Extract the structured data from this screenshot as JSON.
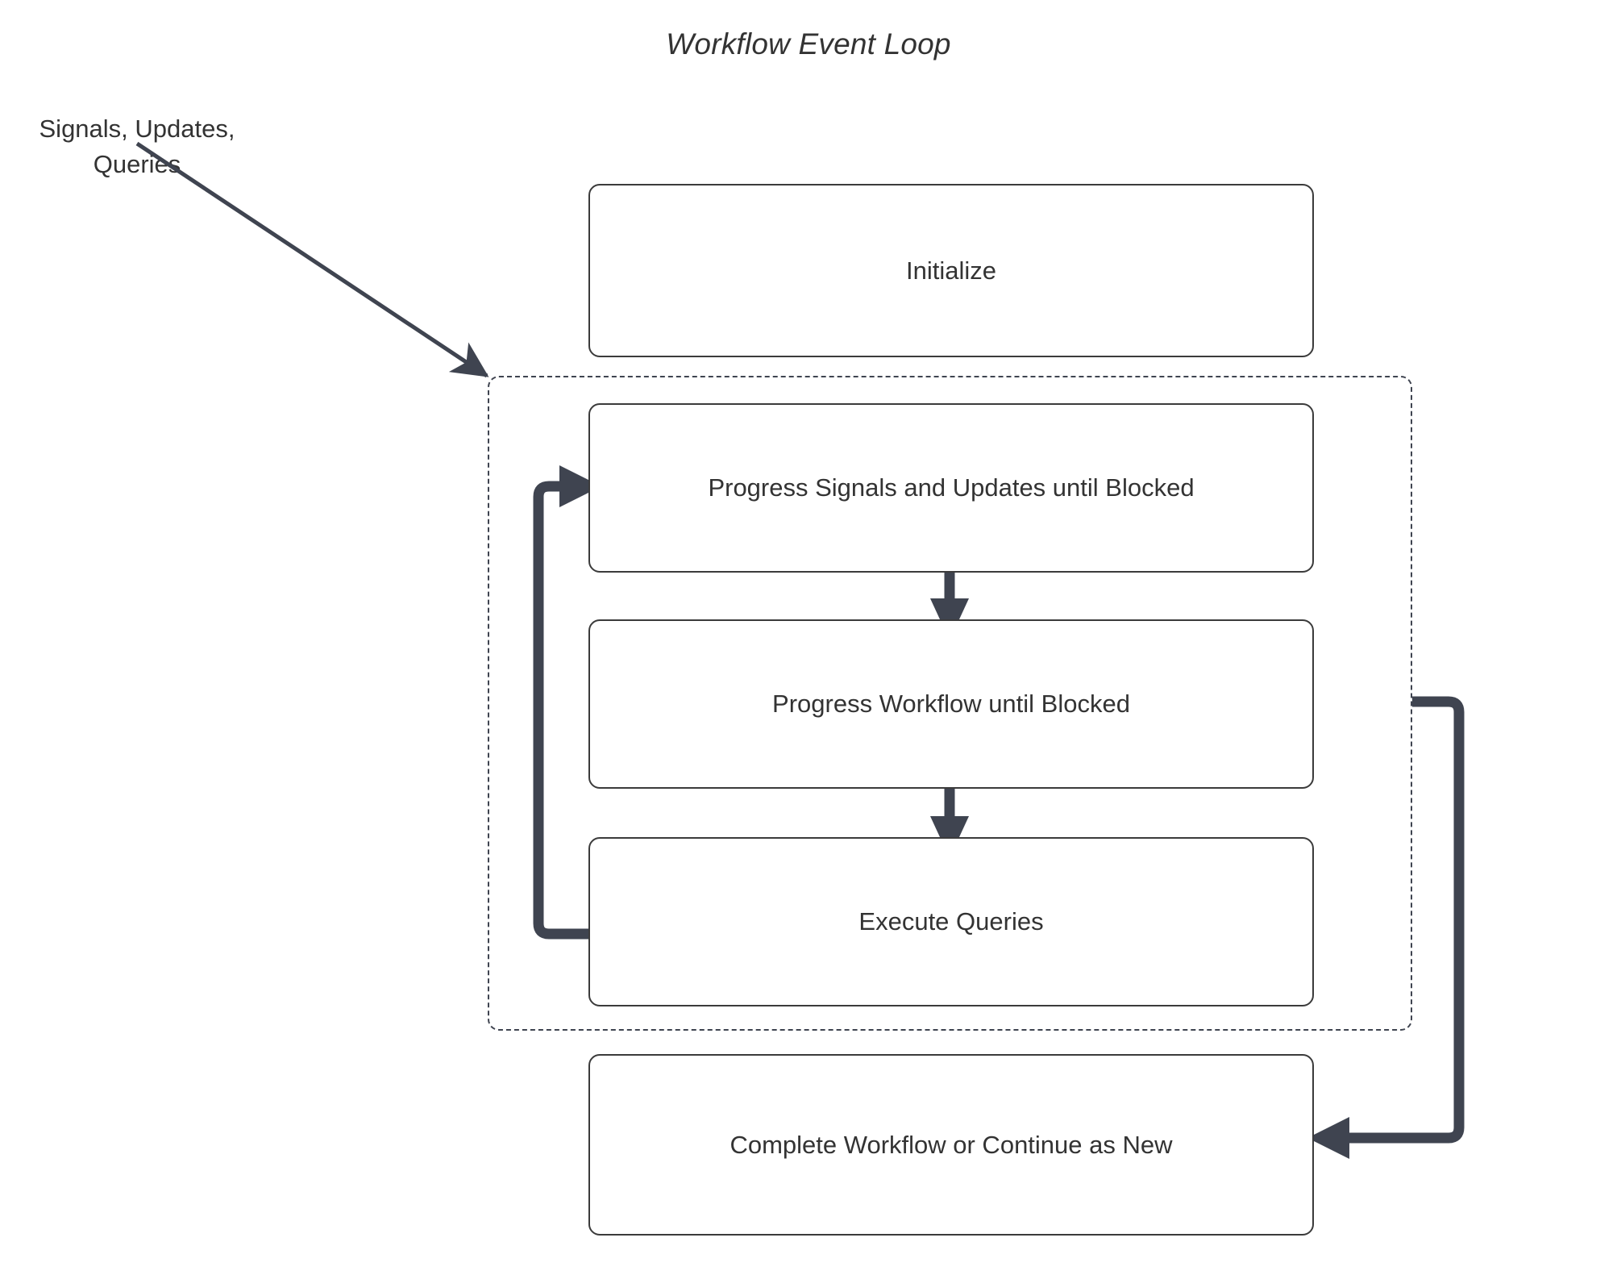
{
  "diagram": {
    "title": "Workflow Event Loop",
    "external_label": "Signals, Updates,\nQueries",
    "colors": {
      "background": "#ffffff",
      "node_border": "#3b3b3b",
      "node_fill": "#ffffff",
      "text": "#333333",
      "edge": "#3f4450",
      "container_border": "#3f4450"
    },
    "nodes": [
      {
        "id": "initialize",
        "label": "Initialize"
      },
      {
        "id": "progress-signals",
        "label": "Progress Signals and Updates until Blocked"
      },
      {
        "id": "progress-workflow",
        "label": "Progress Workflow until Blocked"
      },
      {
        "id": "execute-queries",
        "label": "Execute Queries"
      },
      {
        "id": "complete",
        "label": "Complete Workflow or Continue as New"
      }
    ],
    "container": {
      "id": "event-loop-container",
      "label": "",
      "style": "dashed"
    },
    "edges": [
      {
        "from": "external-signals-updates-queries",
        "to": "event-loop-container",
        "style": "thin-arrow"
      },
      {
        "from": "progress-signals",
        "to": "progress-workflow",
        "style": "thick-arrow-down"
      },
      {
        "from": "progress-workflow",
        "to": "execute-queries",
        "style": "thick-arrow-down"
      },
      {
        "from": "execute-queries",
        "to": "progress-signals",
        "style": "loop-back-left"
      },
      {
        "from": "event-loop-container",
        "to": "complete",
        "style": "loop-right-down"
      }
    ]
  }
}
